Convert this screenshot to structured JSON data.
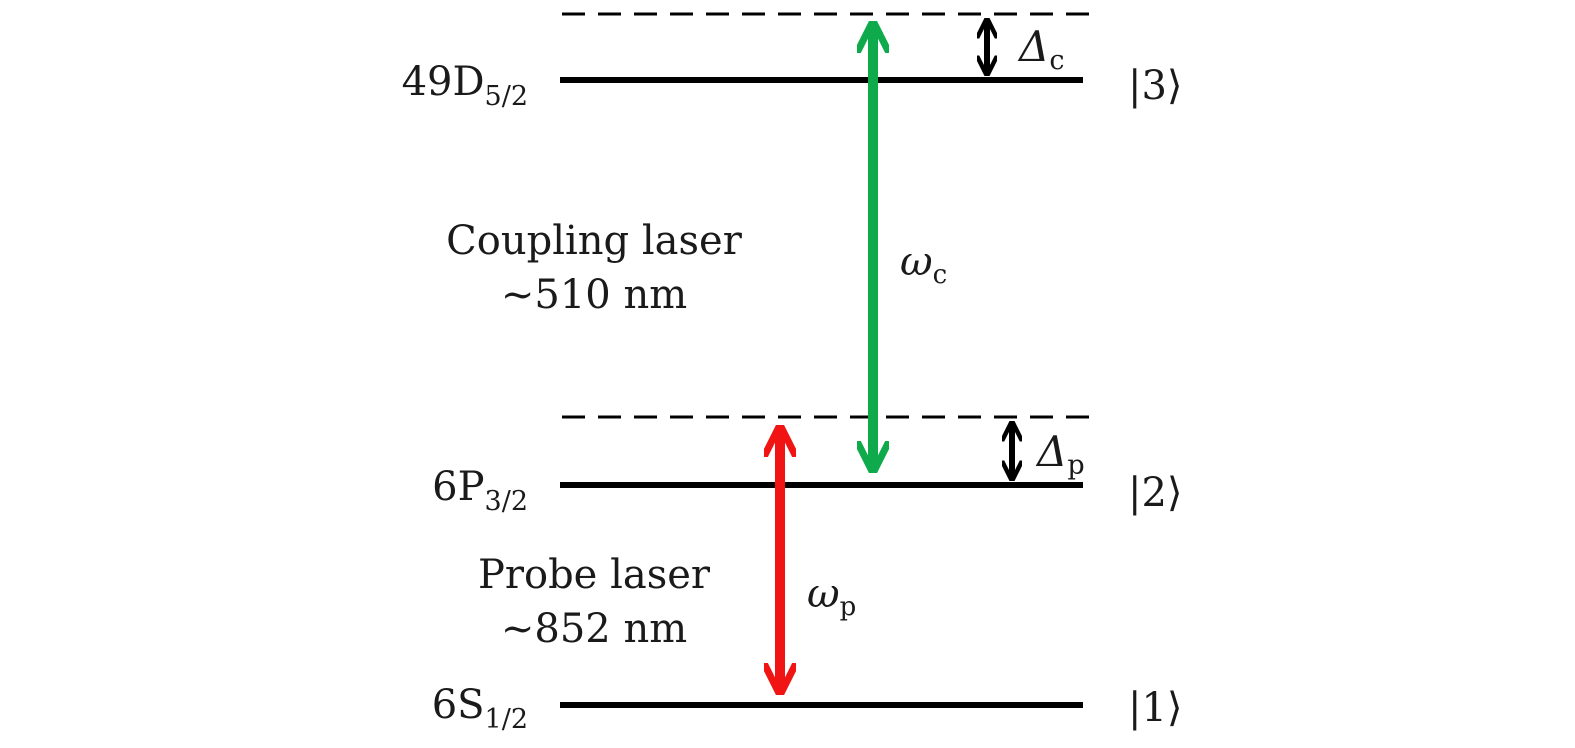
{
  "colors": {
    "level": "#000000",
    "coupling": "#0faa4b",
    "probe": "#f01414",
    "detuning": "#000000"
  },
  "levels": {
    "upper": {
      "name_main": "49D",
      "name_sub": "5/2",
      "ket": "|3⟩"
    },
    "middle": {
      "name_main": "6P",
      "name_sub": "3/2",
      "ket": "|2⟩"
    },
    "lower": {
      "name_main": "6S",
      "name_sub": "1/2",
      "ket": "|1⟩"
    }
  },
  "coupling": {
    "label_line1": "Coupling laser",
    "label_line2": "~510 nm",
    "freq_symbol": "ω",
    "freq_sub": "c"
  },
  "probe": {
    "label_line1": "Probe laser",
    "label_line2": "~852 nm",
    "freq_symbol": "ω",
    "freq_sub": "p"
  },
  "detuning": {
    "coupling": {
      "symbol": "Δ",
      "sub": "c"
    },
    "probe": {
      "symbol": "Δ",
      "sub": "p"
    }
  }
}
